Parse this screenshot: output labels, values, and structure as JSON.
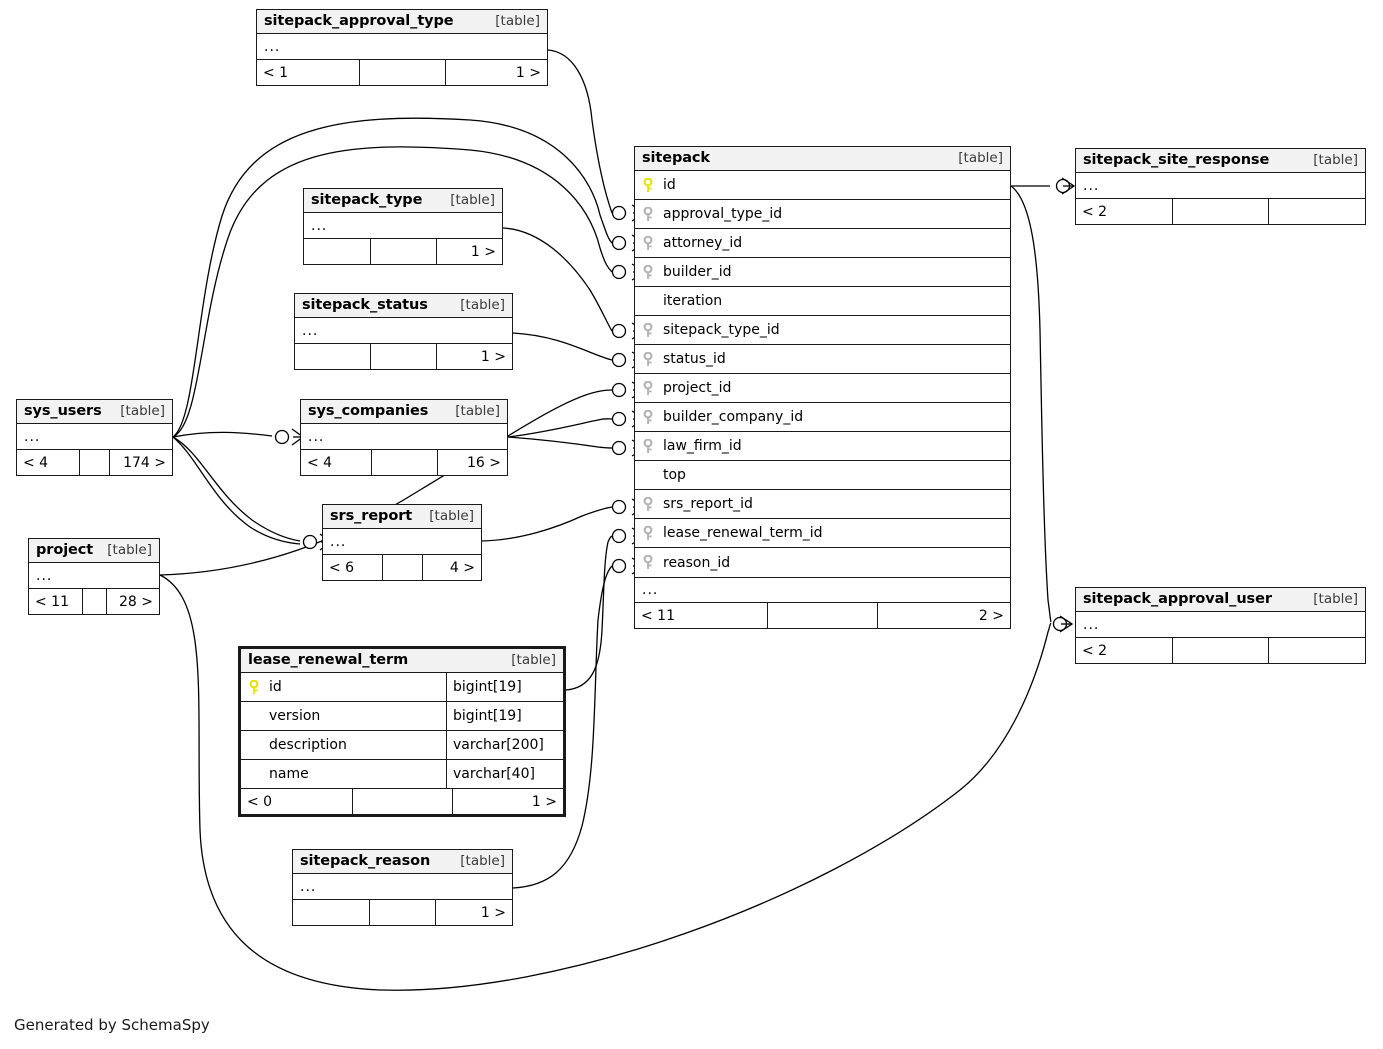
{
  "diagram": {
    "tool_credit": "Generated by SchemaSpy",
    "table_tag": "[table]",
    "ellipsis": "...",
    "colors": {
      "primary_key": "#e3e300",
      "foreign_key": "#b3b3b3",
      "header_bg": "#f2f2f2",
      "border": "#1a1a1a",
      "background": "#ffffff"
    }
  },
  "tables": [
    {
      "id": "sitepack_approval_type",
      "name": "sitepack_approval_type",
      "tag": "[table]",
      "columns": [],
      "has_ellipsis_row": true,
      "footer": {
        "left": "< 1",
        "mid": "",
        "right": "1 >"
      }
    },
    {
      "id": "sitepack_type",
      "name": "sitepack_type",
      "tag": "[table]",
      "columns": [],
      "has_ellipsis_row": true,
      "footer": {
        "left": "",
        "mid": "",
        "right": "1 >"
      }
    },
    {
      "id": "sitepack_status",
      "name": "sitepack_status",
      "tag": "[table]",
      "columns": [],
      "has_ellipsis_row": true,
      "footer": {
        "left": "",
        "mid": "",
        "right": "1 >"
      }
    },
    {
      "id": "sys_users",
      "name": "sys_users",
      "tag": "[table]",
      "columns": [],
      "has_ellipsis_row": true,
      "footer": {
        "left": "< 4",
        "mid": "",
        "right": "174 >"
      }
    },
    {
      "id": "sys_companies",
      "name": "sys_companies",
      "tag": "[table]",
      "columns": [],
      "has_ellipsis_row": true,
      "footer": {
        "left": "< 4",
        "mid": "",
        "right": "16 >"
      }
    },
    {
      "id": "project",
      "name": "project",
      "tag": "[table]",
      "columns": [],
      "has_ellipsis_row": true,
      "footer": {
        "left": "< 11",
        "mid": "",
        "right": "28 >"
      }
    },
    {
      "id": "srs_report",
      "name": "srs_report",
      "tag": "[table]",
      "columns": [],
      "has_ellipsis_row": true,
      "footer": {
        "left": "< 6",
        "mid": "",
        "right": "4 >"
      }
    },
    {
      "id": "sitepack_reason",
      "name": "sitepack_reason",
      "tag": "[table]",
      "columns": [],
      "has_ellipsis_row": true,
      "footer": {
        "left": "",
        "mid": "",
        "right": "1 >"
      }
    },
    {
      "id": "lease_renewal_term",
      "name": "lease_renewal_term",
      "tag": "[table]",
      "focused": true,
      "columns": [
        {
          "name": "id",
          "type": "bigint[19]",
          "key": "primary"
        },
        {
          "name": "version",
          "type": "bigint[19]",
          "key": "none"
        },
        {
          "name": "description",
          "type": "varchar[200]",
          "key": "none"
        },
        {
          "name": "name",
          "type": "varchar[40]",
          "key": "none"
        }
      ],
      "has_ellipsis_row": false,
      "footer": {
        "left": "< 0",
        "mid": "",
        "right": "1 >"
      }
    },
    {
      "id": "sitepack",
      "name": "sitepack",
      "tag": "[table]",
      "columns": [
        {
          "name": "id",
          "type": "",
          "key": "primary"
        },
        {
          "name": "approval_type_id",
          "type": "",
          "key": "foreign"
        },
        {
          "name": "attorney_id",
          "type": "",
          "key": "foreign"
        },
        {
          "name": "builder_id",
          "type": "",
          "key": "foreign"
        },
        {
          "name": "iteration",
          "type": "",
          "key": "none"
        },
        {
          "name": "sitepack_type_id",
          "type": "",
          "key": "foreign"
        },
        {
          "name": "status_id",
          "type": "",
          "key": "foreign"
        },
        {
          "name": "project_id",
          "type": "",
          "key": "foreign"
        },
        {
          "name": "builder_company_id",
          "type": "",
          "key": "foreign"
        },
        {
          "name": "law_firm_id",
          "type": "",
          "key": "foreign"
        },
        {
          "name": "top",
          "type": "",
          "key": "none"
        },
        {
          "name": "srs_report_id",
          "type": "",
          "key": "foreign"
        },
        {
          "name": "lease_renewal_term_id",
          "type": "",
          "key": "foreign"
        },
        {
          "name": "reason_id",
          "type": "",
          "key": "foreign"
        }
      ],
      "has_ellipsis_row": true,
      "footer": {
        "left": "< 11",
        "mid": "",
        "right": "2 >"
      }
    },
    {
      "id": "sitepack_site_response",
      "name": "sitepack_site_response",
      "tag": "[table]",
      "columns": [],
      "has_ellipsis_row": true,
      "footer": {
        "left": "< 2",
        "mid": "",
        "right": ""
      }
    },
    {
      "id": "sitepack_approval_user",
      "name": "sitepack_approval_user",
      "tag": "[table]",
      "columns": [],
      "has_ellipsis_row": true,
      "footer": {
        "left": "< 2",
        "mid": "",
        "right": ""
      }
    }
  ],
  "relationships": [
    {
      "from": "sitepack_approval_type",
      "to": "sitepack.approval_type_id"
    },
    {
      "from": "sitepack_type",
      "to": "sitepack.sitepack_type_id"
    },
    {
      "from": "sitepack_status",
      "to": "sitepack.status_id"
    },
    {
      "from": "sys_users",
      "to": "sitepack.attorney_id"
    },
    {
      "from": "sys_users",
      "to": "sitepack.builder_id"
    },
    {
      "from": "sys_users",
      "to": "sys_companies"
    },
    {
      "from": "sys_users",
      "to": "srs_report"
    },
    {
      "from": "sys_companies",
      "to": "sitepack.builder_company_id"
    },
    {
      "from": "sys_companies",
      "to": "sitepack.law_firm_id"
    },
    {
      "from": "project",
      "to": "sitepack.project_id"
    },
    {
      "from": "srs_report",
      "to": "sitepack.srs_report_id"
    },
    {
      "from": "lease_renewal_term",
      "to": "sitepack.lease_renewal_term_id"
    },
    {
      "from": "sitepack_reason",
      "to": "sitepack.reason_id"
    },
    {
      "from": "sitepack.id",
      "to": "sitepack_site_response"
    },
    {
      "from": "sitepack.id",
      "to": "sitepack_approval_user"
    },
    {
      "from": "project",
      "to": "sitepack_approval_user"
    }
  ]
}
